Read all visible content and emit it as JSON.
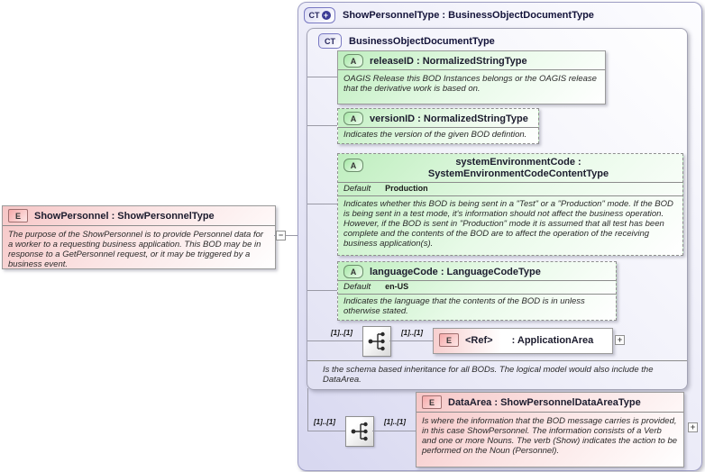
{
  "colors": {
    "element_fill": "#f6c6c6",
    "attribute_fill": "#bfeebf",
    "container_fill": "#d7d7f0",
    "line": "#9a9aa6",
    "ct_badge_border": "#7878c2"
  },
  "cardinality": "[1]..[1]",
  "collapse_toggle": "−",
  "expand_toggle": "+",
  "left_element": {
    "badge": "E",
    "title": "ShowPersonnel : ShowPersonnelType",
    "description": "The purpose of the ShowPersonnel is to provide Personnel data for a worker to a requesting business application.  This BOD may be in response to a GetPersonnel request, or it may be triggered by a business event."
  },
  "outer": {
    "badge": "CT",
    "plus": "+",
    "title": "ShowPersonnelType : BusinessObjectDocumentType",
    "base": {
      "badge": "CT",
      "title": "BusinessObjectDocumentType",
      "attributes": [
        {
          "badge": "A",
          "title": "releaseID : NormalizedStringType",
          "description": "OAGIS Release this BOD Instances belongs or the OAGIS release that the derivative work is based on."
        },
        {
          "badge": "A",
          "title": "versionID : NormalizedStringType",
          "description": "Indicates the version of the given BOD defintion."
        },
        {
          "badge": "A",
          "title": "systemEnvironmentCode : SystemEnvironmentCodeContentType",
          "default_label": "Default",
          "default_value": "Production",
          "description": "Indicates whether this BOD is being sent in a \"Test\" or a \"Production\" mode. If the BOD is being sent in a test mode, it's information should not affect the business operation. However, if the BOD is sent in \"Production\" mode it is assumed that all test has been complete and the contents of the BOD are to affect the operation of the receiving business application(s)."
        },
        {
          "badge": "A",
          "title": "languageCode : LanguageCodeType",
          "default_label": "Default",
          "default_value": "en-US",
          "description": "Indicates the language that the contents of the BOD is in unless otherwise stated."
        }
      ],
      "application_area": {
        "badge": "E",
        "name": "<Ref>",
        "type": ": ApplicationArea"
      },
      "annotation": "Is the schema based inheritance for all BODs. The logical model would also include the DataArea."
    },
    "data_area": {
      "badge": "E",
      "title": "DataArea : ShowPersonnelDataAreaType",
      "description": "Is where the information that the BOD message carries is provided, in this case ShowPersonnel. The information consists of a Verb and one or more Nouns. The verb (Show) indicates the action to be performed on the Noun (Personnel)."
    }
  }
}
